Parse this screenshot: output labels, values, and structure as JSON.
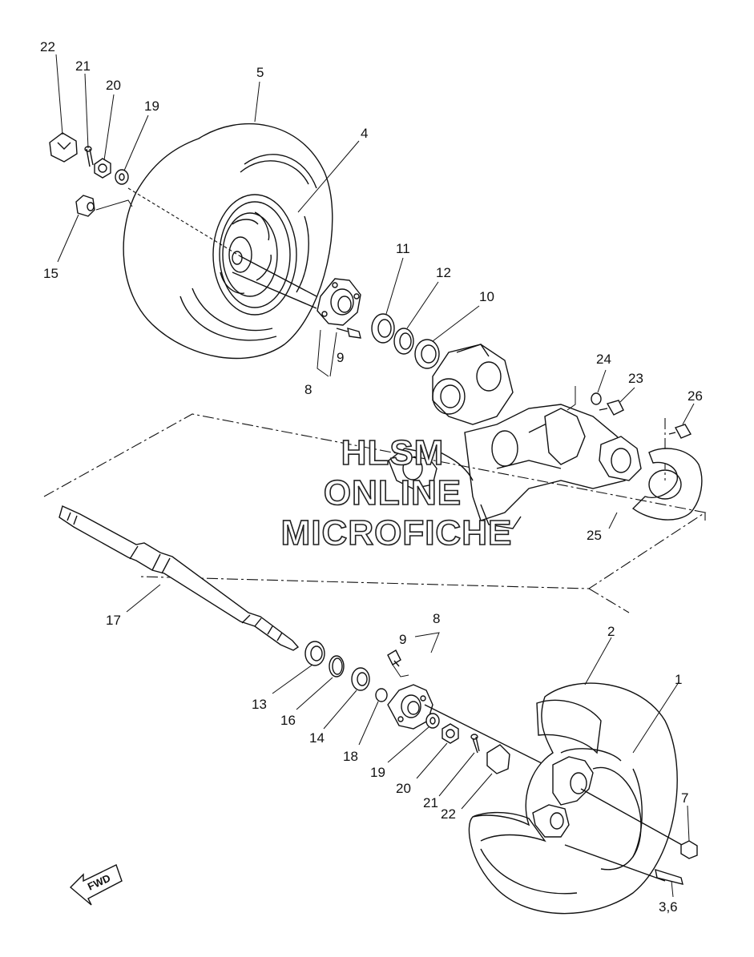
{
  "labels": [
    {
      "id": "l22a",
      "text": "22"
    },
    {
      "id": "l21a",
      "text": "21"
    },
    {
      "id": "l20a",
      "text": "20"
    },
    {
      "id": "l19a",
      "text": "19"
    },
    {
      "id": "l5",
      "text": "5"
    },
    {
      "id": "l4",
      "text": "4"
    },
    {
      "id": "l15",
      "text": "15"
    },
    {
      "id": "l11",
      "text": "11"
    },
    {
      "id": "l12",
      "text": "12"
    },
    {
      "id": "l10",
      "text": "10"
    },
    {
      "id": "l9a",
      "text": "9"
    },
    {
      "id": "l8a",
      "text": "8"
    },
    {
      "id": "l24",
      "text": "24"
    },
    {
      "id": "l23",
      "text": "23"
    },
    {
      "id": "l26",
      "text": "26"
    },
    {
      "id": "l25",
      "text": "25"
    },
    {
      "id": "l17",
      "text": "17"
    },
    {
      "id": "l8b",
      "text": "8"
    },
    {
      "id": "l9b",
      "text": "9"
    },
    {
      "id": "l2",
      "text": "2"
    },
    {
      "id": "l1",
      "text": "1"
    },
    {
      "id": "l13",
      "text": "13"
    },
    {
      "id": "l16",
      "text": "16"
    },
    {
      "id": "l14",
      "text": "14"
    },
    {
      "id": "l18",
      "text": "18"
    },
    {
      "id": "l19b",
      "text": "19"
    },
    {
      "id": "l20b",
      "text": "20"
    },
    {
      "id": "l21b",
      "text": "21"
    },
    {
      "id": "l22b",
      "text": "22"
    },
    {
      "id": "l7",
      "text": "7"
    },
    {
      "id": "l36",
      "text": "3,6"
    }
  ],
  "watermark": {
    "line1": "HLSM",
    "line2": "ONLINE",
    "line3": "MICROFICHE"
  },
  "fwd_arrow": {
    "text": "FWD"
  }
}
